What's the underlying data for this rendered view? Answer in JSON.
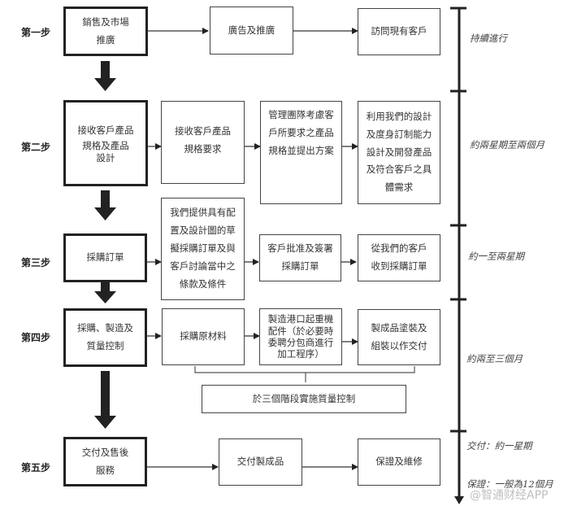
{
  "steps": [
    {
      "label": "第一步",
      "main": [
        "銷售及市場",
        "推廣"
      ],
      "boxes": [
        [
          "廣告及推廣"
        ],
        [
          "訪問現有客戶"
        ]
      ],
      "duration": "持續進行"
    },
    {
      "label": "第二步",
      "main": [
        "接收客戶產品",
        "規格及產品",
        "設計"
      ],
      "boxes": [
        [
          "接收客戶產品",
          "規格要求"
        ],
        [
          "管理團隊考慮客",
          "戶所要求之產品",
          "規格並提出方案"
        ],
        [
          "利用我們的設計",
          "及度身訂制能力",
          "設計及開發產品",
          "及符合客戶之具",
          "體需求"
        ]
      ],
      "duration": "約兩星期至兩個月"
    },
    {
      "label": "第三步",
      "main": [
        "採購訂單"
      ],
      "boxes": [
        [
          "我們提供具有配",
          "置及設計圖的草",
          "擬採購訂單及與",
          "客戶討論當中之",
          "條款及條件"
        ],
        [
          "客戶批准及簽署",
          "採購訂單"
        ],
        [
          "從我們的客戶",
          "收到採購訂單"
        ]
      ],
      "duration": "約一至兩星期"
    },
    {
      "label": "第四步",
      "main": [
        "採購、製造及",
        "質量控制"
      ],
      "boxes": [
        [
          "採購原材料"
        ],
        [
          "製造港口起重機",
          "配件（於必要時",
          "委聘分包商進行",
          "加工程序）"
        ],
        [
          "製成品塗裝及",
          "組裝以作交付"
        ]
      ],
      "note": "於三個階段實施質量控制",
      "duration": "約兩至三個月"
    },
    {
      "label": "第五步",
      "main": [
        "交付及售後",
        "服務"
      ],
      "boxes": [
        [
          "交付製成品"
        ],
        [
          "保證及維修"
        ]
      ],
      "duration": "交付：約一星期",
      "duration2": "保證：一般為12個月"
    }
  ],
  "watermark": "@智通财经APP"
}
